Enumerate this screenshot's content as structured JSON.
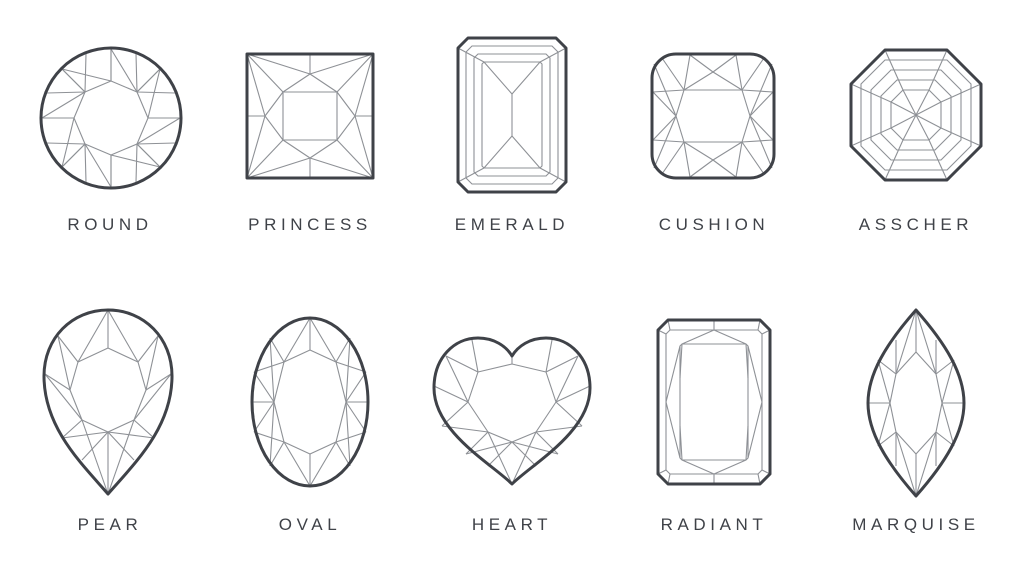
{
  "shapes": [
    {
      "name": "ROUND"
    },
    {
      "name": "PRINCESS"
    },
    {
      "name": "EMERALD"
    },
    {
      "name": "CUSHION"
    },
    {
      "name": "ASSCHER"
    },
    {
      "name": "PEAR"
    },
    {
      "name": "OVAL"
    },
    {
      "name": "HEART"
    },
    {
      "name": "RADIANT"
    },
    {
      "name": "MARQUISE"
    }
  ],
  "colors": {
    "outline": "#3f4248",
    "facet": "#8e9196",
    "background": "#ffffff"
  }
}
